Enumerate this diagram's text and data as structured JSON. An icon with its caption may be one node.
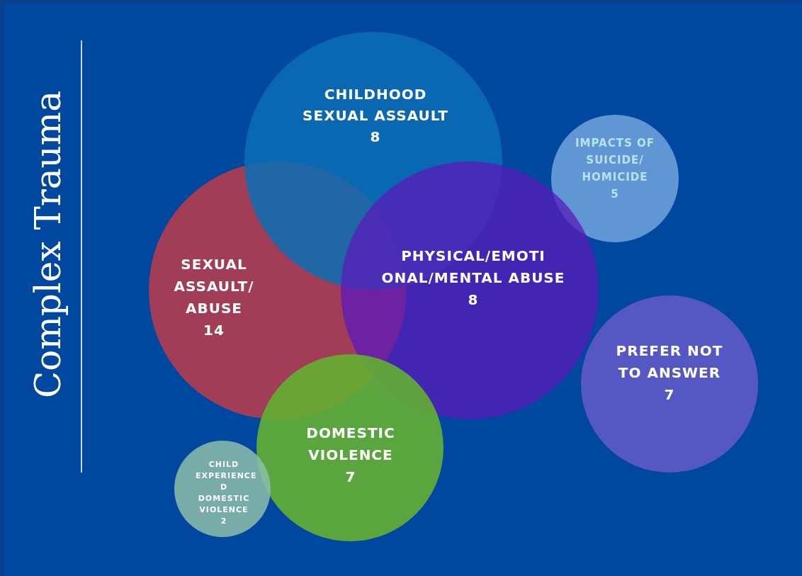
{
  "diagram": {
    "title": "Complex Trauma",
    "nodes": [
      {
        "text": [
          "CHILDHOOD SEXUAL ASSAULT",
          "8"
        ]
      },
      {
        "text": [
          "IMPACTS OF SUICIDE/ HOMICIDE",
          "5"
        ]
      },
      {
        "text": [
          "SEXUAL ASSAULT/ ABUSE",
          "14"
        ]
      },
      {
        "text": [
          "PHYSICAL/EMOTI ONAL/MENTAL ABUSE",
          "8"
        ]
      },
      {
        "text": [
          "PREFER NOT TO ANSWER",
          "7"
        ]
      },
      {
        "text": [
          "DOMESTIC VIOLENCE",
          "7"
        ]
      },
      {
        "text": [
          "CHILD EXPERIENCE D DOMESTIC VIOLENCE",
          "2"
        ]
      }
    ],
    "edges": []
  }
}
